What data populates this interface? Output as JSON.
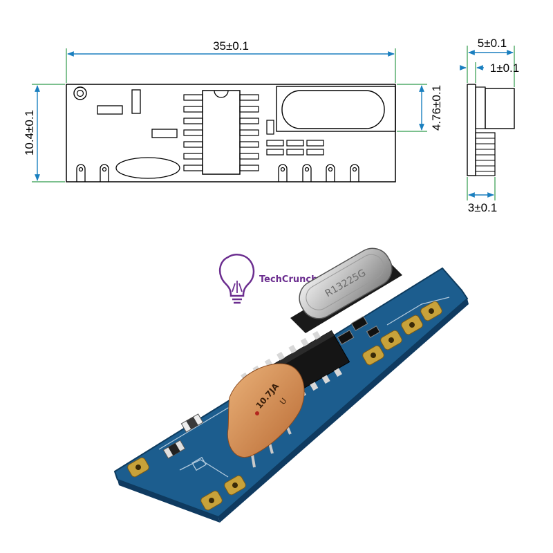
{
  "drawing": {
    "dimensions": {
      "length": "35±0.1",
      "height": "10.4±0.1",
      "crystal_height": "4.76±0.1",
      "side_width": "5±0.1",
      "board_thickness": "1±0.1",
      "pin_offset": "3±0.1"
    },
    "line_color": "#000000",
    "dim_color": "#1a7fbf",
    "ext_color": "#2f9a4a"
  },
  "photo": {
    "crystal_marking": "R13225G",
    "capacitor_marking": "10.7JA",
    "capacitor_sub_marking": "U",
    "pcb_color": "#1c5d8e",
    "pad_color": "#c8a23a"
  },
  "watermark": {
    "text": "TechCrunch-Fr",
    "color": "#6b2d8f"
  }
}
